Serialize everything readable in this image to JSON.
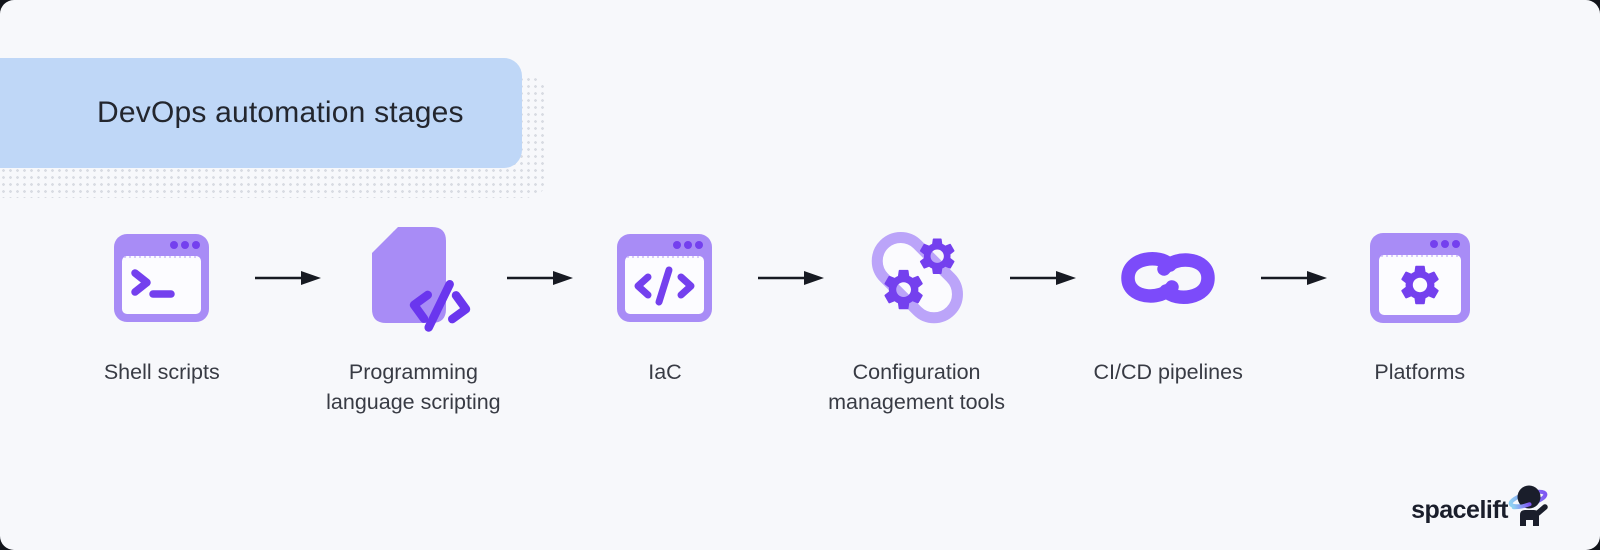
{
  "title": "DevOps automation stages",
  "stages": [
    {
      "label": "Shell scripts",
      "icon": "terminal-window-icon"
    },
    {
      "label": "Programming language scripting",
      "icon": "code-file-icon"
    },
    {
      "label": "IaC",
      "icon": "code-window-icon"
    },
    {
      "label": "Configuration management tools",
      "icon": "gears-capsule-icon"
    },
    {
      "label": "CI/CD pipelines",
      "icon": "infinity-icon"
    },
    {
      "label": "Platforms",
      "icon": "gear-window-icon"
    }
  ],
  "branding": {
    "logo_text": "spacelift"
  },
  "colors": {
    "background": "#f7f8fb",
    "banner_blue": "#bfd7f7",
    "icon_light_purple": "#a88cf6",
    "icon_dark_purple": "#7440ee",
    "capsule_stroke": "#bba4f9",
    "label_text": "#383b44",
    "arrow": "#171a22",
    "logo_ring_blue": "#8fd0f2",
    "logo_ring_purple": "#7e56f2"
  }
}
